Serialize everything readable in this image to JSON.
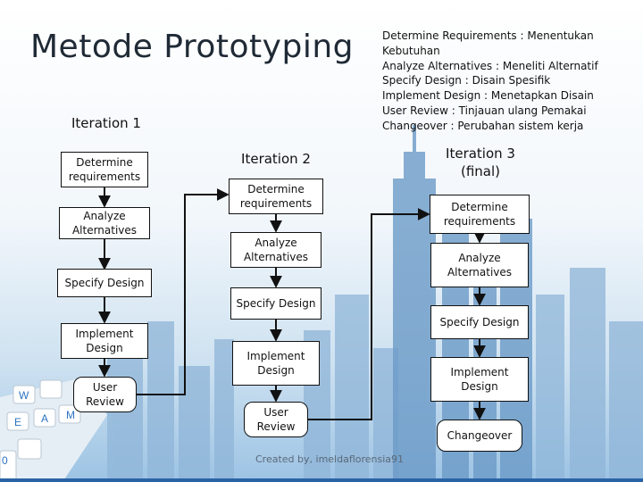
{
  "slide": {
    "title": "Metode  Prototyping",
    "legend": [
      "Determine Requirements : Menentukan",
      "Kebutuhan",
      "Analyze Alternatives : Meneliti Alternatif",
      "Specify Design : Disain Spesifik",
      "Implement Design : Menetapkan Disain",
      "User Review : Tinjauan ulang Pemakai",
      "Changeover : Perubahan sistem kerja"
    ],
    "iteration1": {
      "label": "Iteration 1",
      "steps": [
        "Determine requirements",
        "Analyze Alternatives",
        "Specify Design",
        "Implement Design",
        "User Review"
      ]
    },
    "iteration2": {
      "label": "Iteration 2",
      "steps": [
        "Determine requirements",
        "Analyze Alternatives",
        "Specify Design",
        "Implement Design",
        "User Review"
      ]
    },
    "iteration3": {
      "label_line1": "Iteration 3",
      "label_line2": "(final)",
      "steps": [
        "Determine requirements",
        "Analyze Alternatives",
        "Specify Design",
        "Implement Design",
        "Changeover"
      ]
    },
    "credit": "Created by, imeldaflorensia91"
  }
}
